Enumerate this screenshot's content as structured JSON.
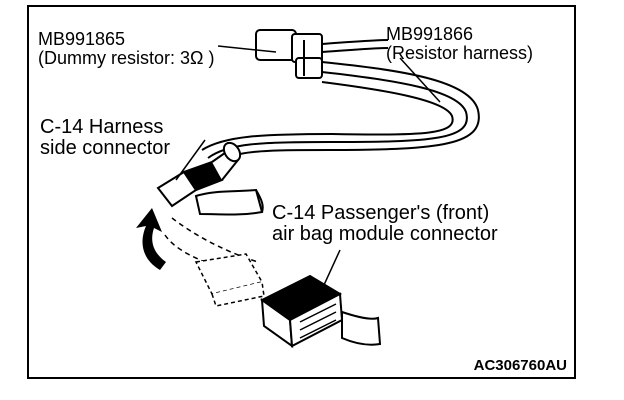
{
  "figure": {
    "labels": {
      "dummy_resistor_line1": "MB991865",
      "dummy_resistor_line2": "(Dummy resistor: 3Ω )",
      "resistor_harness_line1": "MB991866",
      "resistor_harness_line2": "(Resistor harness)",
      "harness_connector_line1": "C-14 Harness",
      "harness_connector_line2": "side connector",
      "airbag_connector_line1": "C-14 Passenger's (front)",
      "airbag_connector_line2": "air bag module connector"
    },
    "figure_code": "AC306760AU",
    "colors": {
      "ink": "#000000",
      "paper": "#ffffff"
    }
  }
}
